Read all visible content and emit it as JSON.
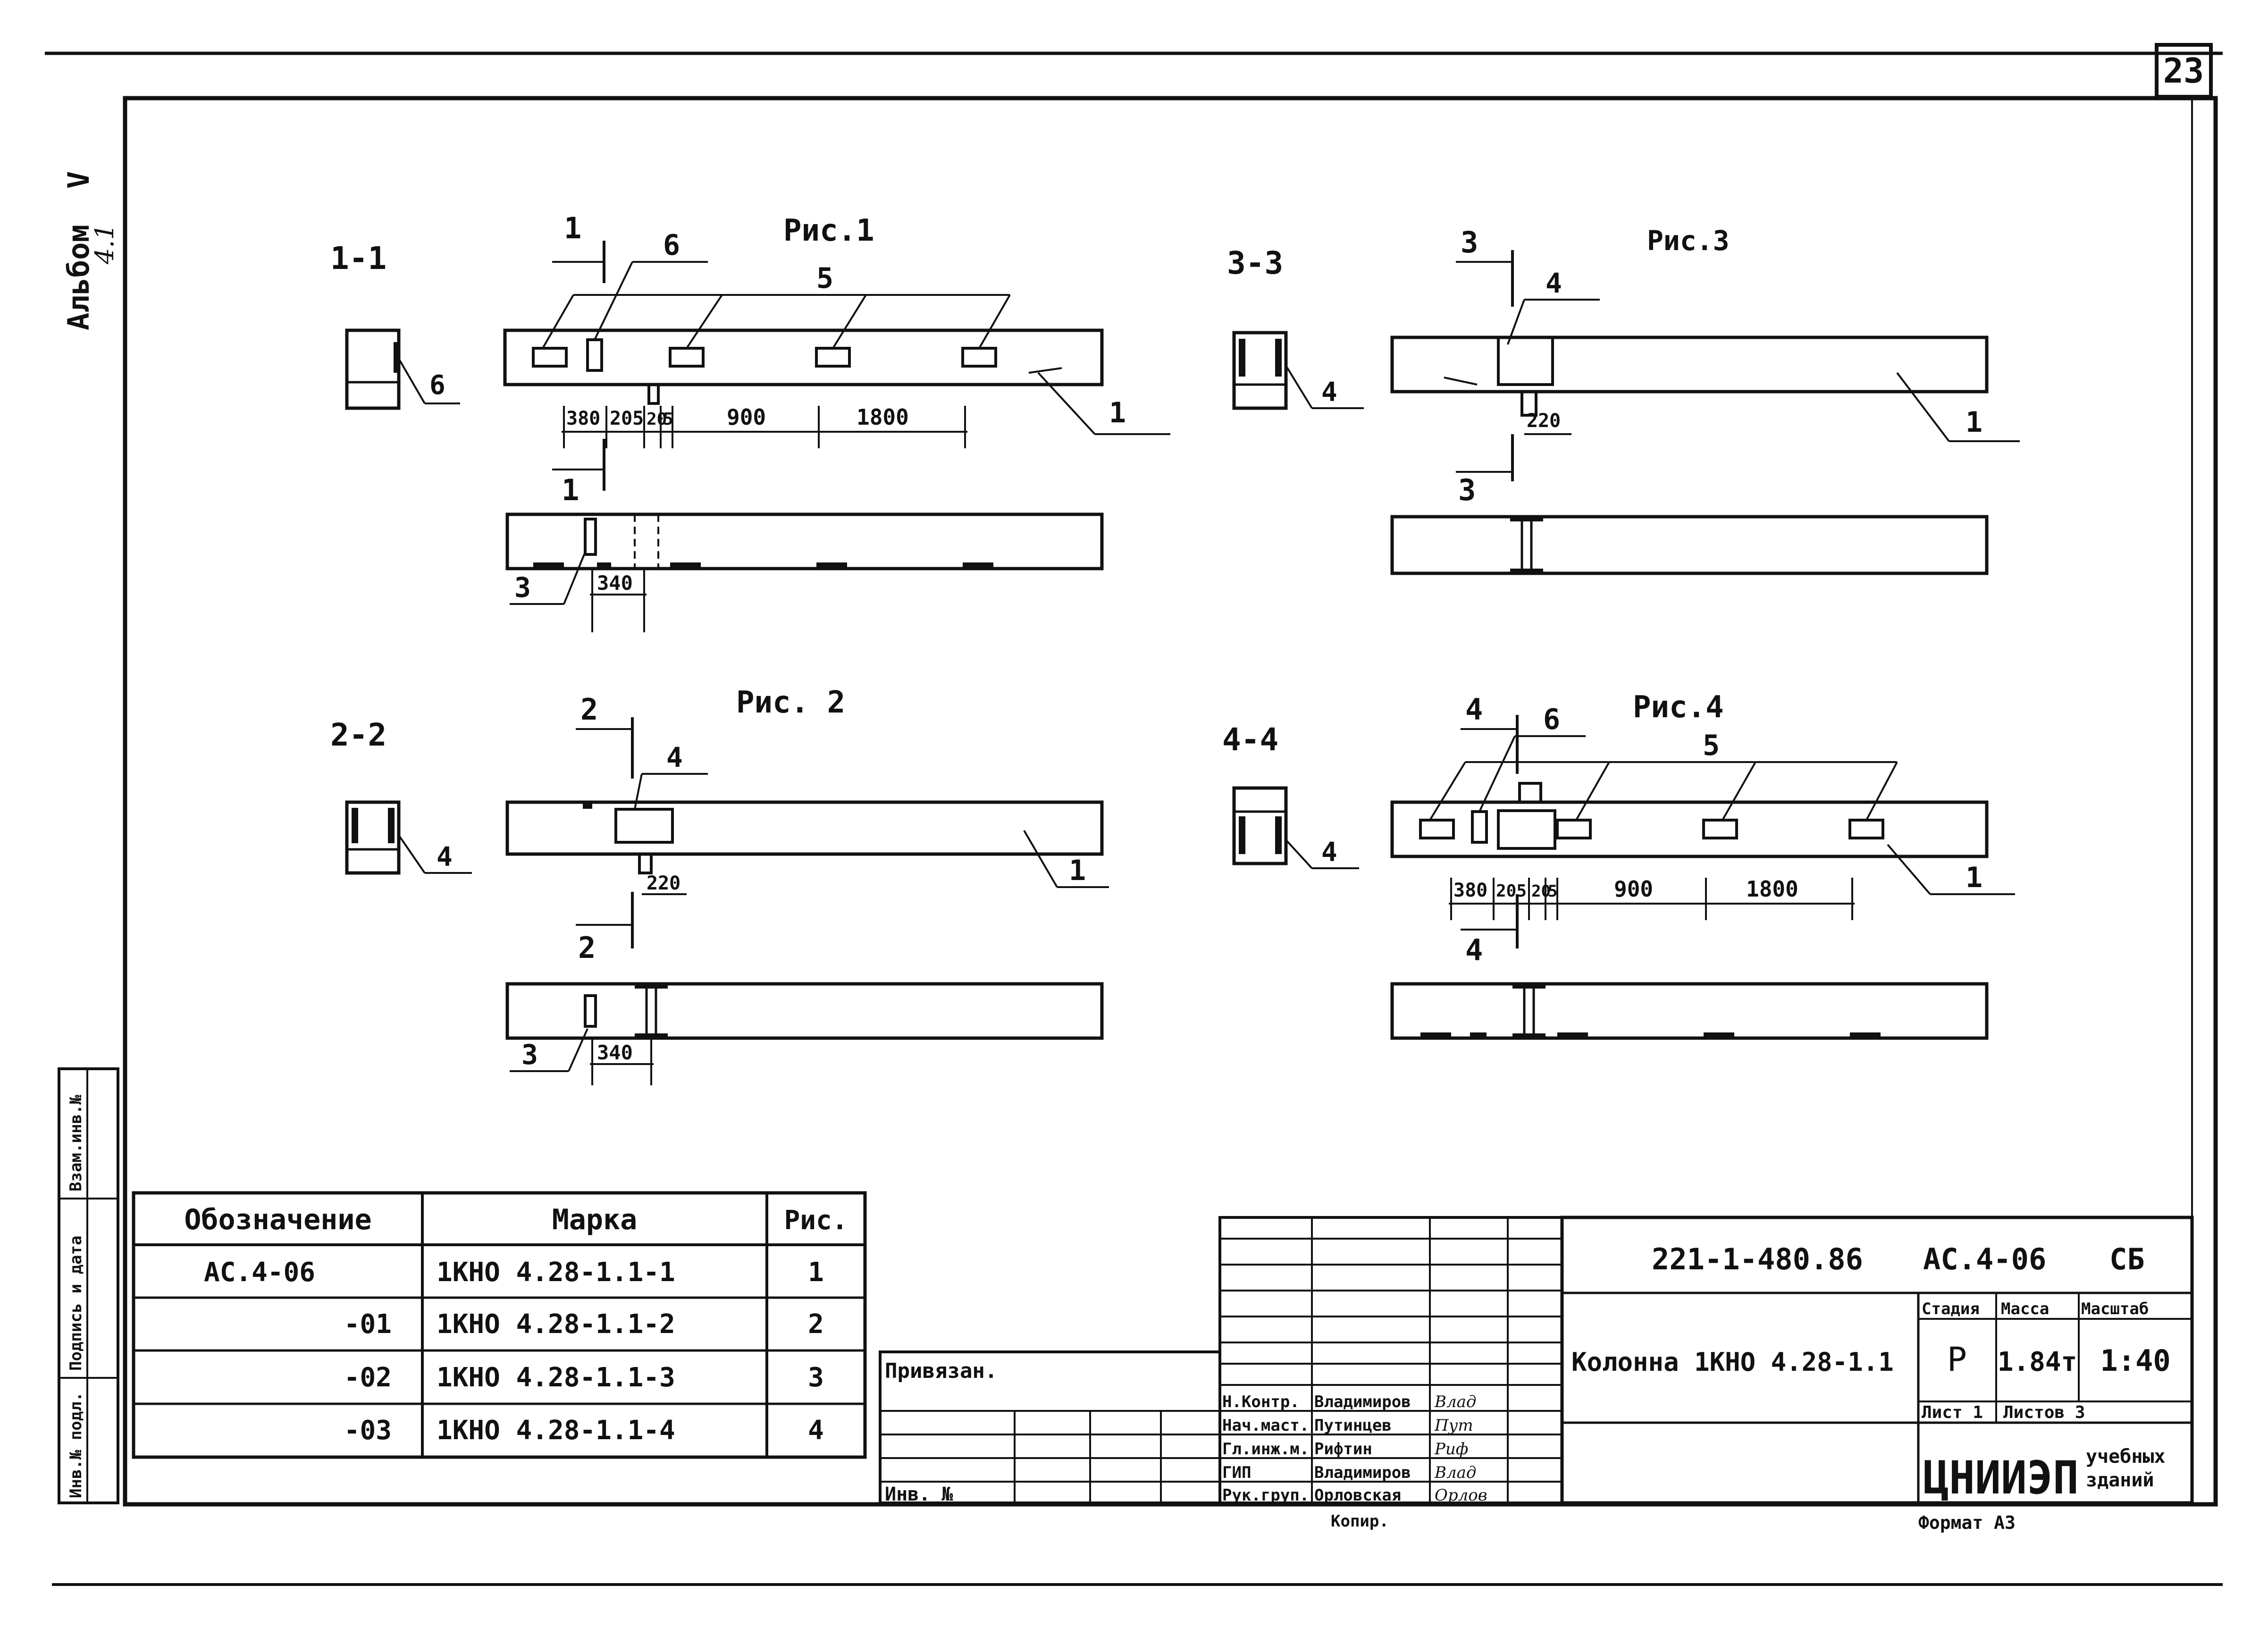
{
  "sheet_number": "23",
  "album": {
    "label": "Альбом",
    "volume": "V",
    "part": "4.1"
  },
  "side_stamp": [
    "Инв.№ подл.",
    "Подпись и дата",
    "Взам.инв.№"
  ],
  "views": [
    {
      "id": "view-1",
      "section": "1-1",
      "figure": "Рис.1",
      "cut_label": "1",
      "callouts": {
        "c1": "1",
        "c5": "5",
        "c6": "6",
        "c6b": "6",
        "c3": "3"
      },
      "dims": [
        "380",
        "205",
        "20",
        "5",
        "900",
        "1800"
      ],
      "bottom_dim": "340"
    },
    {
      "id": "view-2",
      "section": "2-2",
      "figure": "Рис. 2",
      "cut_label": "2",
      "callouts": {
        "c1": "1",
        "c4": "4",
        "c4b": "4",
        "c3": "3"
      },
      "dims": [
        "220"
      ],
      "bottom_dim": "340"
    },
    {
      "id": "view-3",
      "section": "3-3",
      "figure": "Рис.3",
      "cut_label": "3",
      "callouts": {
        "c1": "1",
        "c4": "4",
        "c4b": "4"
      },
      "dims": [
        "220"
      ]
    },
    {
      "id": "view-4",
      "section": "4-4",
      "figure": "Рис.4",
      "cut_label": "4",
      "callouts": {
        "c1": "1",
        "c5": "5",
        "c6": "6",
        "c4b": "4"
      },
      "dims": [
        "380",
        "205",
        "20",
        "5",
        "900",
        "1800"
      ]
    }
  ],
  "spec_table": {
    "headers": [
      "Обозначение",
      "Марка",
      "Рис."
    ],
    "rows": [
      [
        "АС.4-06",
        "1КНО 4.28-1.1-1",
        "1"
      ],
      [
        "-01",
        "1КНО 4.28-1.1-2",
        "2"
      ],
      [
        "-02",
        "1КНО 4.28-1.1-3",
        "3"
      ],
      [
        "-03",
        "1КНО 4.28-1.1-4",
        "4"
      ]
    ]
  },
  "binding_block": {
    "title": "Привязан.",
    "inv": "Инв. №"
  },
  "signatures": [
    {
      "role": "Н.Контр.",
      "name": "Владимиров",
      "sign": "Влад"
    },
    {
      "role": "Нач.маст.",
      "name": "Путинцев",
      "sign": "Пут"
    },
    {
      "role": "Гл.инж.м.",
      "name": "Рифтин",
      "sign": "Риф"
    },
    {
      "role": "ГИП",
      "name": "Владимиров",
      "sign": "Влад"
    },
    {
      "role": "Рук.груп.",
      "name": "Орловская",
      "sign": "Орлов"
    }
  ],
  "copied_by": "Копир.",
  "title_block": {
    "code": "221-1-480.86",
    "doc": "АС.4-06",
    "suffix": "СБ",
    "item_title": "Колонна 1КНО 4.28-1.1",
    "stage_label": "Стадия",
    "mass_label": "Масса",
    "scale_label": "Масштаб",
    "stage": "Р",
    "mass": "1.84т",
    "scale": "1:40",
    "sheet_label": "Лист 1",
    "sheets_label": "Листов 3",
    "org": "ЦНИИЭП",
    "org_sub1": "учебных",
    "org_sub2": "зданий",
    "format": "Формат А3"
  },
  "colors": {
    "ink": "#111111",
    "paper": "#ffffff"
  }
}
